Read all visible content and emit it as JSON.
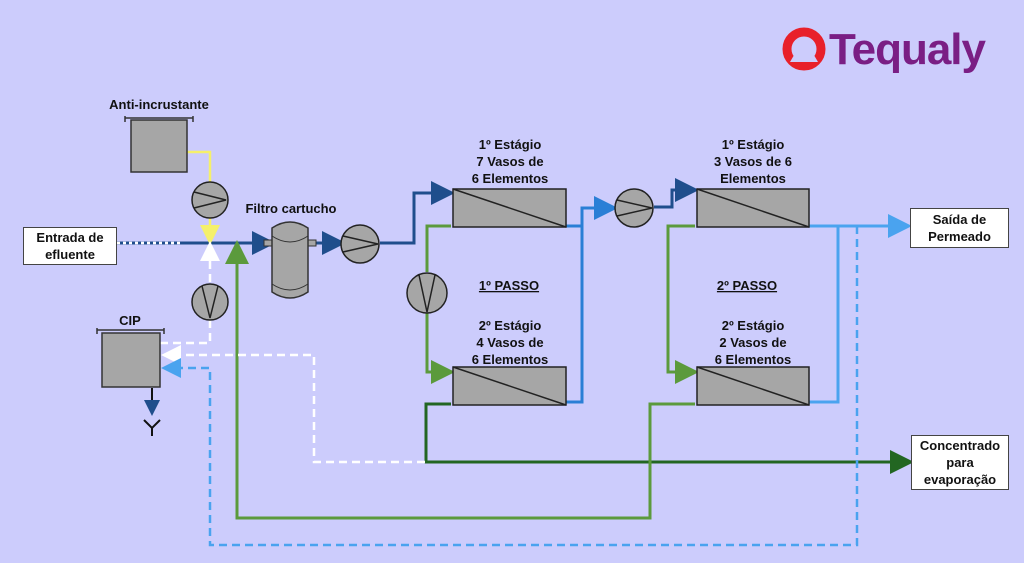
{
  "brand": {
    "name": "Tequaly",
    "color": "#7a1e84",
    "icon": "tequaly-ring-icon",
    "icon_color": "#e8202a"
  },
  "labels": {
    "anti_incrustante": "Anti-incrustante",
    "filtro": "Filtro cartucho",
    "entrada": [
      "Entrada de",
      "efluente"
    ],
    "cip": "CIP",
    "passo1": "1º PASSO",
    "passo2": "2º PASSO",
    "p1s1": [
      "1º Estágio",
      "7 Vasos de",
      "6 Elementos"
    ],
    "p1s2": [
      "2º Estágio",
      "4 Vasos de",
      "6 Elementos"
    ],
    "p2s1": [
      "1º Estágio",
      "3 Vasos de 6",
      "Elementos"
    ],
    "p2s2": [
      "2º Estágio",
      "2 Vasos de",
      "6 Elementos"
    ],
    "saida": [
      "Saída de",
      "Permeado"
    ],
    "concentrado": [
      "Concentrado",
      "para",
      "evaporação"
    ]
  },
  "colors": {
    "background": "#ccccfc",
    "feed": "#1f4e8c",
    "permeate": "#2a7fd6",
    "permeate_light": "#4aa3ef",
    "concentrate": "#226622",
    "recycle": "#5b9a3c",
    "chemical": "#f5f06b",
    "cip": "#ffffff",
    "equipment": "#a6a6a6"
  }
}
